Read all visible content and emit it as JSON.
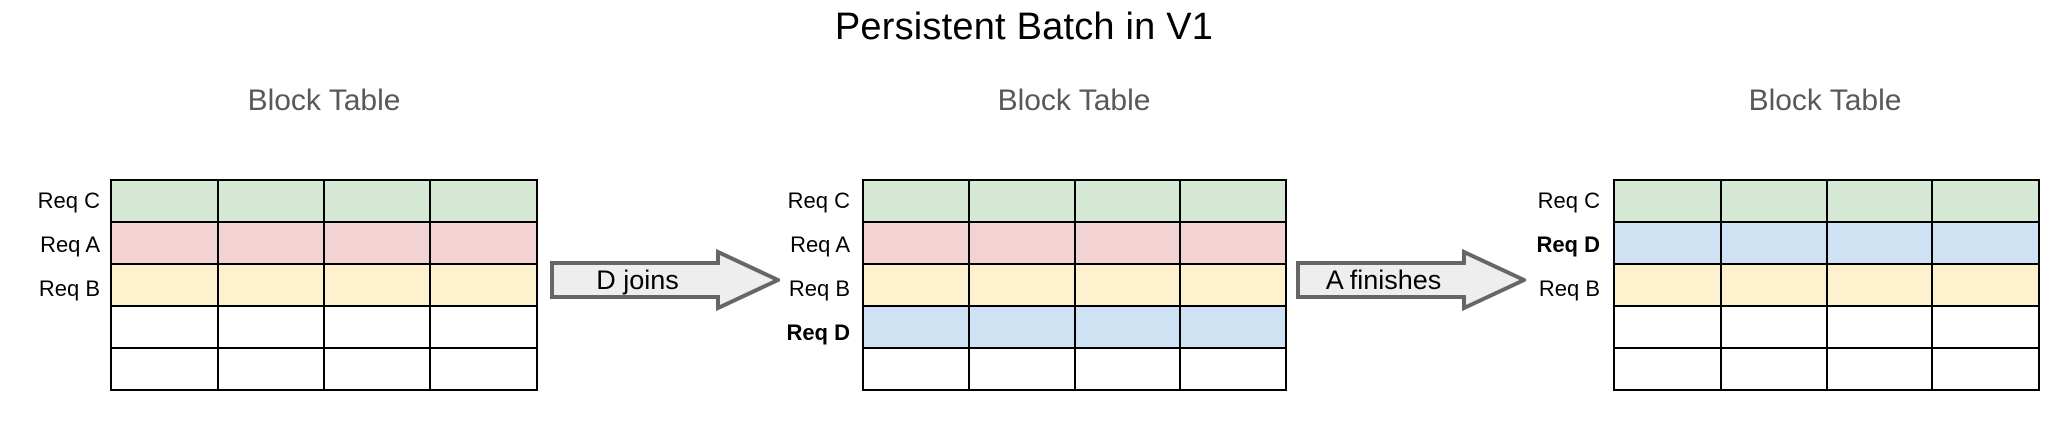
{
  "page": {
    "title": "Persistent Batch in V1",
    "background": "#ffffff"
  },
  "colors": {
    "green": "#d5e8d4",
    "pink": "#f2d2d2",
    "yellow": "#fdf2cd",
    "blue": "#cfe2f3",
    "empty": "#ffffff",
    "grid_line": "#000000",
    "caption": "#595959",
    "arrow_fill": "#eeeeee",
    "arrow_stroke": "#666666"
  },
  "stages": [
    {
      "id": "stage-1",
      "caption": "Block Table",
      "columns": 4,
      "rows": [
        {
          "label": "Req C",
          "bold": false,
          "color": "green"
        },
        {
          "label": "Req A",
          "bold": false,
          "color": "pink"
        },
        {
          "label": "Req B",
          "bold": false,
          "color": "yellow"
        },
        {
          "label": "",
          "bold": false,
          "color": "empty"
        },
        {
          "label": "",
          "bold": false,
          "color": "empty"
        }
      ]
    },
    {
      "id": "stage-2",
      "caption": "Block Table",
      "columns": 4,
      "rows": [
        {
          "label": "Req C",
          "bold": false,
          "color": "green"
        },
        {
          "label": "Req A",
          "bold": false,
          "color": "pink"
        },
        {
          "label": "Req B",
          "bold": false,
          "color": "yellow"
        },
        {
          "label": "Req D",
          "bold": true,
          "color": "blue"
        },
        {
          "label": "",
          "bold": false,
          "color": "empty"
        }
      ]
    },
    {
      "id": "stage-3",
      "caption": "Block Table",
      "columns": 4,
      "rows": [
        {
          "label": "Req C",
          "bold": false,
          "color": "green"
        },
        {
          "label": "Req D",
          "bold": true,
          "color": "blue"
        },
        {
          "label": "Req B",
          "bold": false,
          "color": "yellow"
        },
        {
          "label": "",
          "bold": false,
          "color": "empty"
        },
        {
          "label": "",
          "bold": false,
          "color": "empty"
        }
      ]
    }
  ],
  "arrows": [
    {
      "id": "arrow-d-joins",
      "label": "D joins"
    },
    {
      "id": "arrow-a-finishes",
      "label": "A finishes"
    }
  ]
}
